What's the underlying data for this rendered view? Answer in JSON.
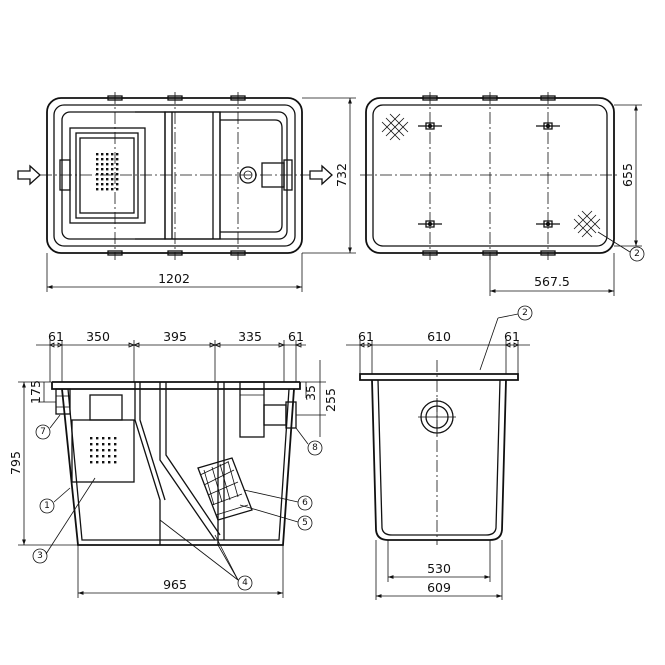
{
  "top_view": {
    "width_dim": "1202",
    "depth_dim": "732"
  },
  "lid_view": {
    "inner_depth_dim": "655",
    "offset_dim": "567.5",
    "callout": "2"
  },
  "side_view": {
    "top_dims": [
      "61",
      "350",
      "395",
      "335",
      "61"
    ],
    "height_dim": "795",
    "inlet_dim": "175",
    "outlet_dims": [
      "35",
      "255"
    ],
    "bottom_dim": "965",
    "callouts": [
      "7",
      "1",
      "3",
      "8",
      "6",
      "5",
      "4"
    ]
  },
  "end_view": {
    "top_dims": [
      "61",
      "610",
      "61"
    ],
    "bottom_inner_dim": "530",
    "bottom_outer_dim": "609",
    "callout": "2"
  }
}
